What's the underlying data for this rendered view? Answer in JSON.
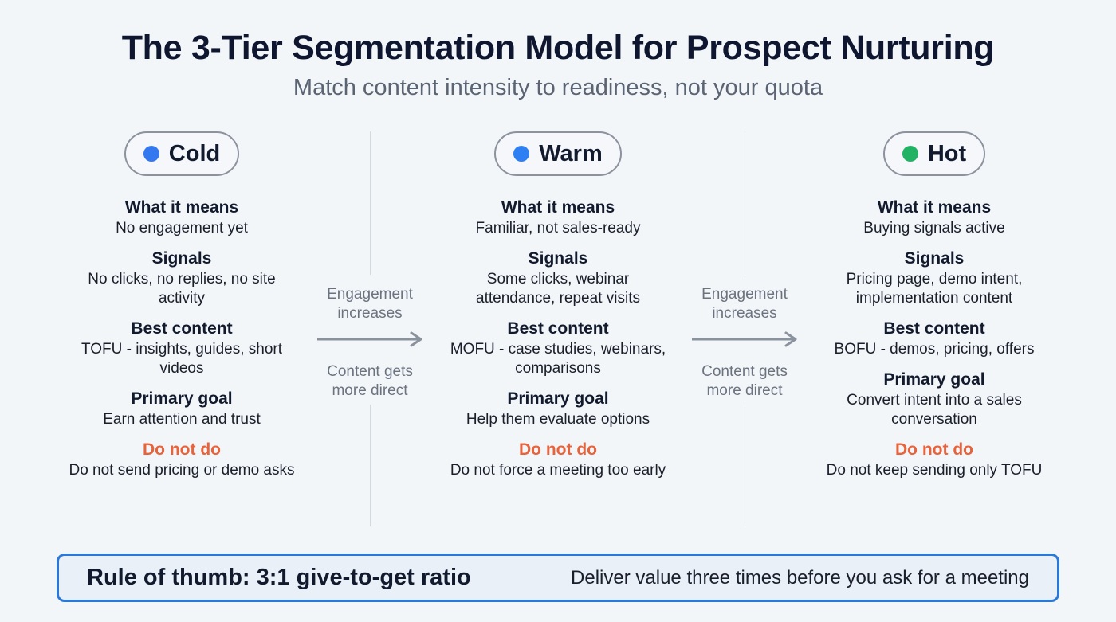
{
  "header": {
    "title": "The 3-Tier Segmentation Model for Prospect Nurturing",
    "subtitle": "Match content intensity to readiness, not your quota"
  },
  "tiers": [
    {
      "label": "Cold",
      "dot_color": "#3478f0",
      "sections": [
        {
          "heading": "What it means",
          "text": "No engagement yet"
        },
        {
          "heading": "Signals",
          "text": "No clicks, no replies, no site activity"
        },
        {
          "heading": "Best content",
          "text": "TOFU - insights, guides, short videos"
        },
        {
          "heading": "Primary goal",
          "text": "Earn attention and trust"
        },
        {
          "heading": "Do not do",
          "text": "Do not send pricing or demo asks"
        }
      ]
    },
    {
      "label": "Warm",
      "dot_color": "#2e80f2",
      "sections": [
        {
          "heading": "What it means",
          "text": "Familiar, not sales-ready"
        },
        {
          "heading": "Signals",
          "text": "Some clicks, webinar attendance, repeat visits"
        },
        {
          "heading": "Best content",
          "text": "MOFU - case studies, webinars, comparisons"
        },
        {
          "heading": "Primary goal",
          "text": "Help them evaluate options"
        },
        {
          "heading": "Do not do",
          "text": "Do not force a meeting too early"
        }
      ]
    },
    {
      "label": "Hot",
      "dot_color": "#22b264",
      "sections": [
        {
          "heading": "What it means",
          "text": "Buying signals active"
        },
        {
          "heading": "Signals",
          "text": "Pricing page, demo intent, implementation content"
        },
        {
          "heading": "Best content",
          "text": "BOFU - demos, pricing, offers"
        },
        {
          "heading": "Primary goal",
          "text": "Convert intent into a sales conversation"
        },
        {
          "heading": "Do not do",
          "text": "Do not keep sending only TOFU"
        }
      ]
    }
  ],
  "transitions": [
    {
      "top_text": "Engagement increases",
      "bottom_text": "Content gets more direct"
    },
    {
      "top_text": "Engagement increases",
      "bottom_text": "Content gets more direct"
    }
  ],
  "rule_of_thumb": {
    "title": "Rule of thumb: 3:1 give-to-get ratio",
    "text": "Deliver value three times before you ask for a meeting"
  },
  "colors": {
    "warning": "#e8623b",
    "accent_border": "#2c78d4",
    "cold": "#3478f0",
    "warm": "#2e80f2",
    "hot": "#22b264"
  }
}
